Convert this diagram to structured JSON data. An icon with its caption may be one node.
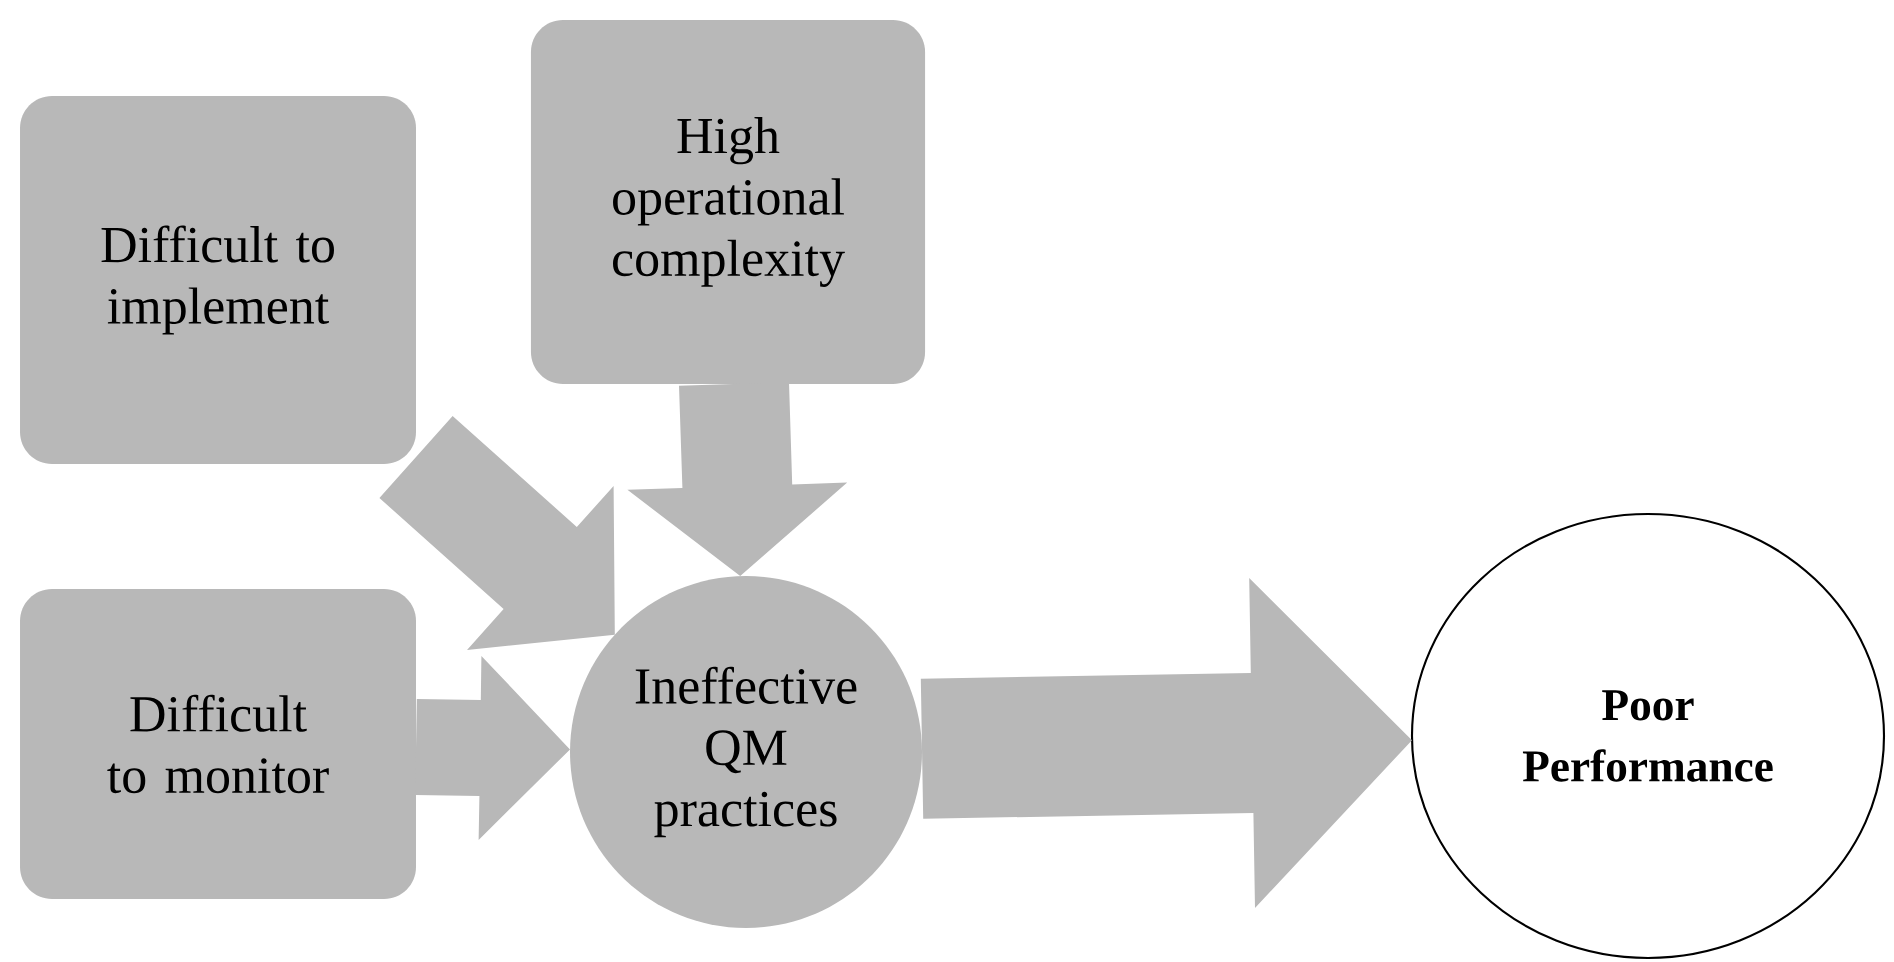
{
  "diagram": {
    "nodes": [
      {
        "text": [
          "Difficult to implement"
        ]
      },
      {
        "text": [
          "High operational complexity"
        ]
      },
      {
        "text": [
          "Difficult to monitor"
        ]
      },
      {
        "text": [
          "Ineffective QM practices"
        ]
      },
      {
        "text": [
          "**Poor Performance**"
        ]
      }
    ],
    "edges": [
      {
        "from": 0,
        "to": 3,
        "arrow": "to"
      },
      {
        "from": 1,
        "to": 3,
        "arrow": "to"
      },
      {
        "from": 2,
        "to": 3,
        "arrow": "to"
      },
      {
        "from": 3,
        "to": 4,
        "arrow": "to"
      }
    ]
  }
}
